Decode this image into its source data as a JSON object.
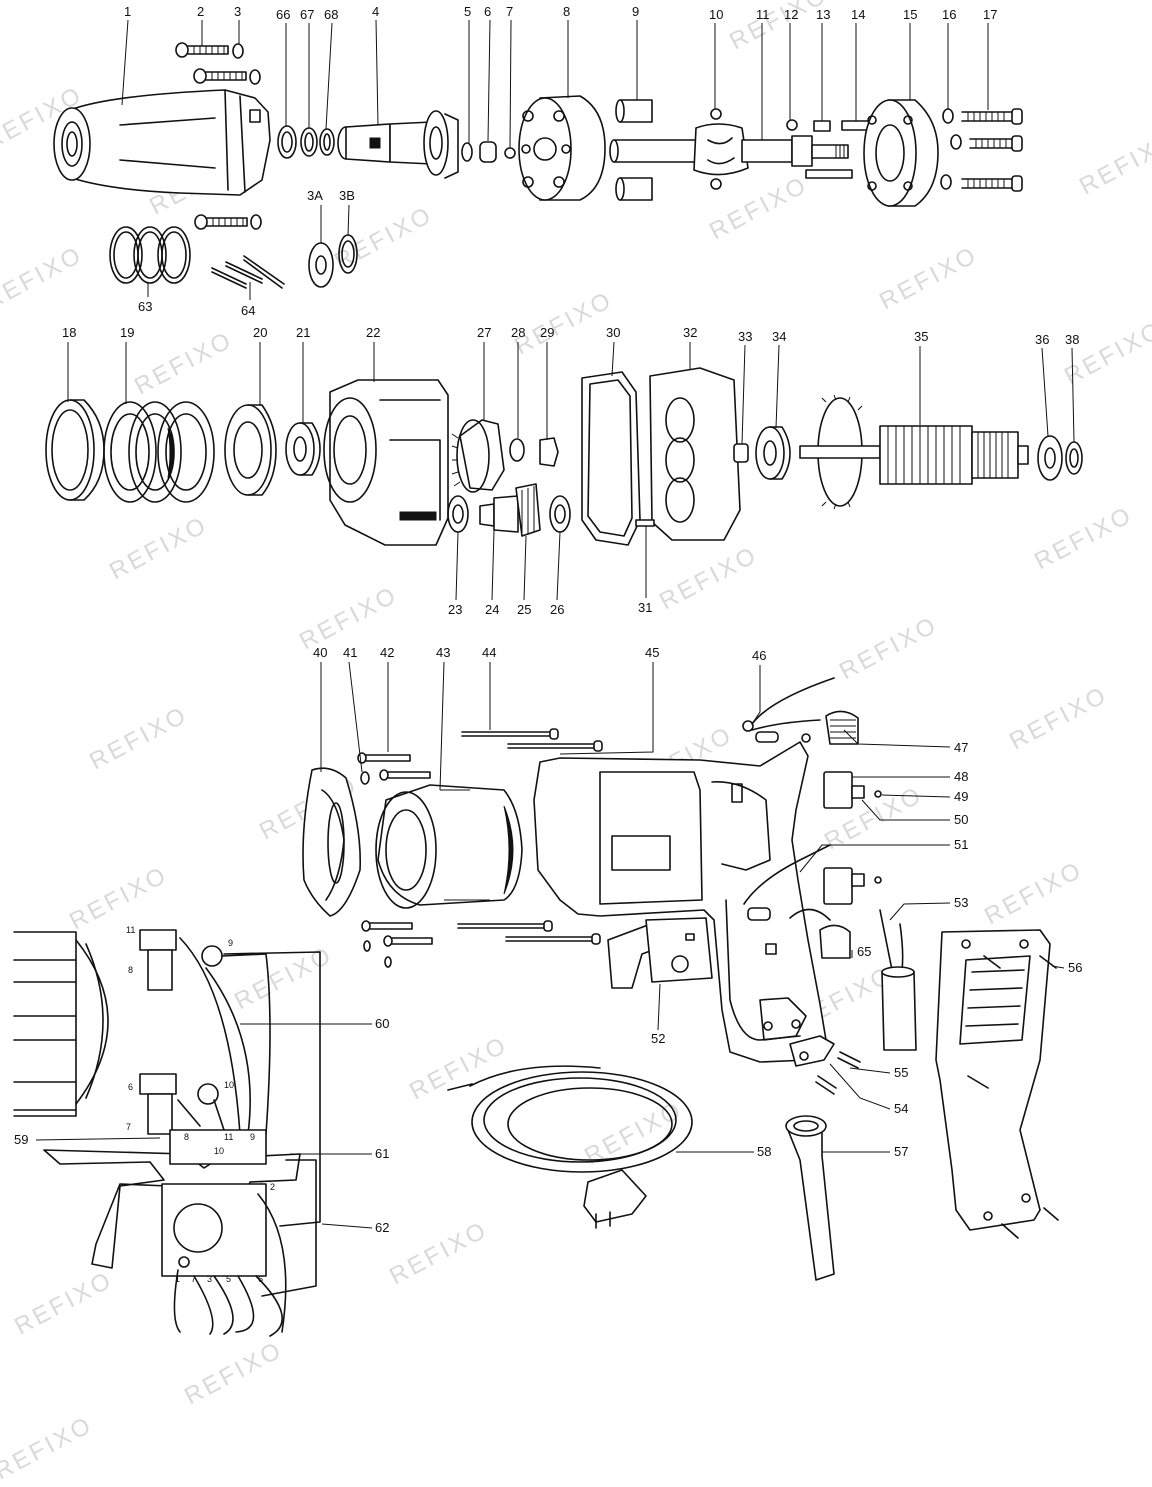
{
  "watermark": "REFIXO",
  "part_numbers": {
    "1": "1",
    "2": "2",
    "3": "3",
    "66": "66",
    "67": "67",
    "68": "68",
    "4": "4",
    "5": "5",
    "6": "6",
    "7": "7",
    "8": "8",
    "9": "9",
    "10": "10",
    "11": "11",
    "12": "12",
    "13": "13",
    "14": "14",
    "15": "15",
    "16": "16",
    "17": "17",
    "3A": "3A",
    "3B": "3B",
    "63": "63",
    "64": "64",
    "18": "18",
    "19": "19",
    "20": "20",
    "21": "21",
    "22": "22",
    "27": "27",
    "28": "28",
    "29": "29",
    "30": "30",
    "32": "32",
    "33": "33",
    "34": "34",
    "35": "35",
    "36": "36",
    "38": "38",
    "23": "23",
    "24": "24",
    "25": "25",
    "26": "26",
    "31": "31",
    "40": "40",
    "41": "41",
    "42": "42",
    "43": "43",
    "44": "44",
    "45": "45",
    "46": "46",
    "47": "47",
    "48": "48",
    "49": "49",
    "50": "50",
    "51": "51",
    "53": "53",
    "56": "56",
    "65": "65",
    "52": "52",
    "55": "55",
    "54": "54",
    "60": "60",
    "61": "61",
    "62": "62",
    "59": "59",
    "58": "58",
    "57": "57"
  },
  "wiring_labels": {
    "w11a": "11",
    "w8a": "8",
    "w9": "9",
    "w6": "6",
    "w10a": "10",
    "w7": "7",
    "w8b": "8",
    "w11b": "11",
    "w9b": "9",
    "w10b": "10",
    "w2": "2",
    "w1": "1",
    "w7b": "7",
    "w3": "3",
    "w5": "5",
    "w6b": "6"
  }
}
